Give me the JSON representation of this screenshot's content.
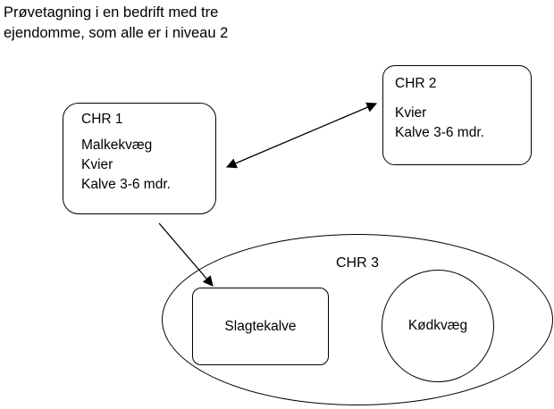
{
  "title": {
    "line1": "Prøvetagning i en bedrift med tre",
    "line2": "ejendomme, som alle er i niveau 2"
  },
  "chr1": {
    "heading": "CHR 1",
    "lines": [
      "Malkekvæg",
      "Kvier",
      "Kalve 3-6 mdr."
    ]
  },
  "chr2": {
    "heading": "CHR 2",
    "lines": [
      "Kvier",
      "Kalve 3-6 mdr."
    ]
  },
  "chr3": {
    "heading": "CHR 3",
    "slagtekalve_label": "Slagtekalve",
    "kodkvaeg_label": "Kødkvæg"
  },
  "colors": {
    "stroke": "#000000",
    "background": "#ffffff",
    "text": "#000000"
  }
}
